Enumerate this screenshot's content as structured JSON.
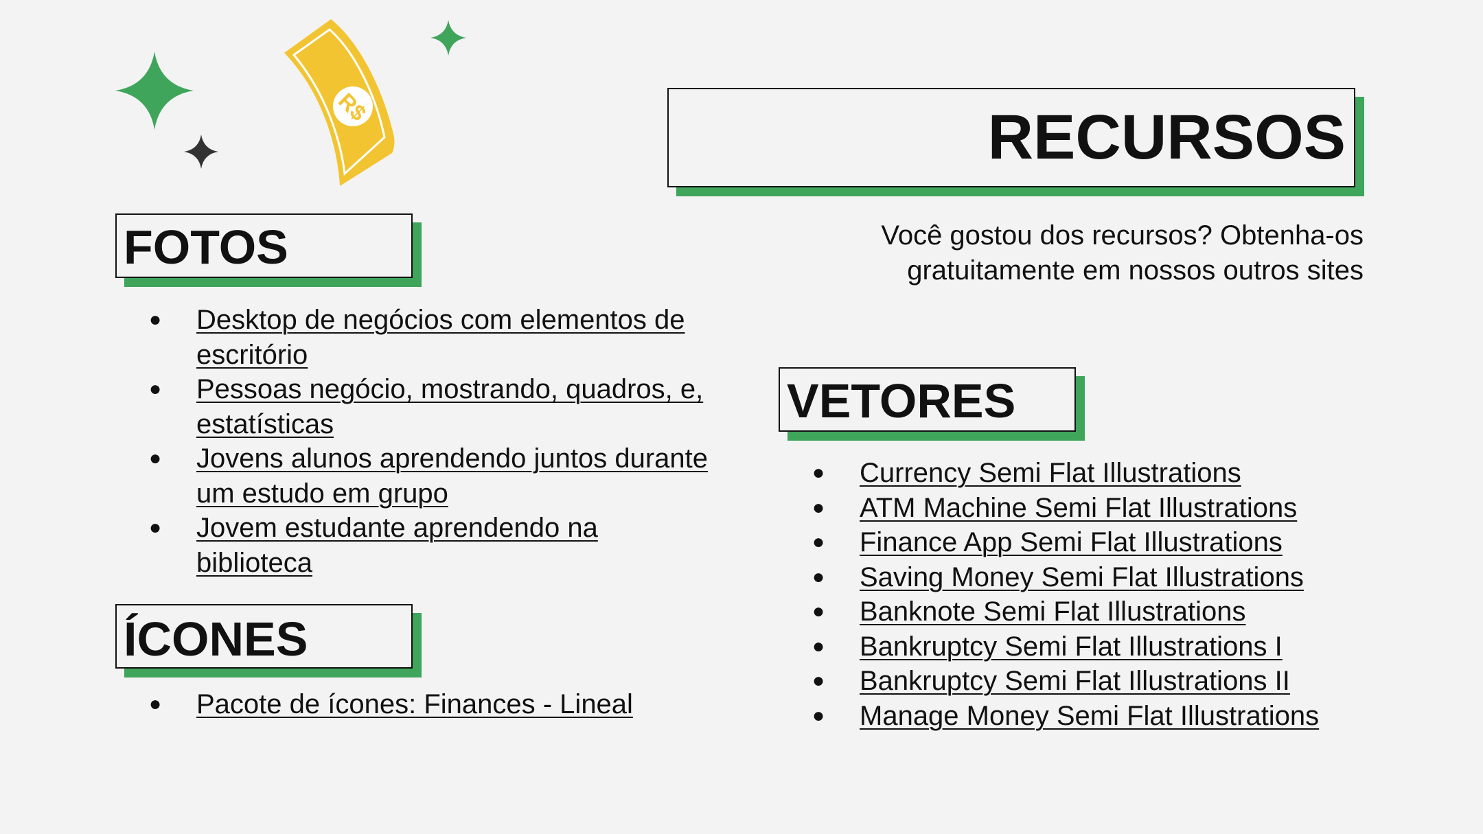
{
  "colors": {
    "background": "#f3f3f3",
    "accent_green": "#3fa55b",
    "banknote_yellow": "#f2c431",
    "dark": "#333333"
  },
  "icons": [
    "sparkle-icon",
    "banknote-icon"
  ],
  "banknote_symbol": "R$",
  "title": "RECURSOS",
  "intro": {
    "line1": "Você gostou dos recursos? Obtenha-os",
    "line2": "gratuitamente em nossos outros sites"
  },
  "fotos": {
    "heading": "FOTOS",
    "items": [
      "Desktop de negócios com elementos de escritório",
      "Pessoas negócio, mostrando, quadros, e, estatísticas",
      "Jovens alunos aprendendo juntos durante um estudo em grupo",
      "Jovem estudante aprendendo na biblioteca"
    ]
  },
  "icones": {
    "heading": "ÍCONES",
    "items": [
      "Pacote de ícones: Finances - Lineal"
    ]
  },
  "vetores": {
    "heading": "VETORES",
    "items": [
      "Currency Semi Flat Illustrations",
      "ATM Machine Semi Flat Illustrations",
      "Finance App Semi Flat Illustrations",
      "Saving Money Semi Flat Illustrations",
      "Banknote Semi Flat Illustrations",
      "Bankruptcy Semi Flat Illustrations I",
      "Bankruptcy Semi Flat Illustrations II",
      "Manage Money Semi Flat Illustrations"
    ]
  }
}
